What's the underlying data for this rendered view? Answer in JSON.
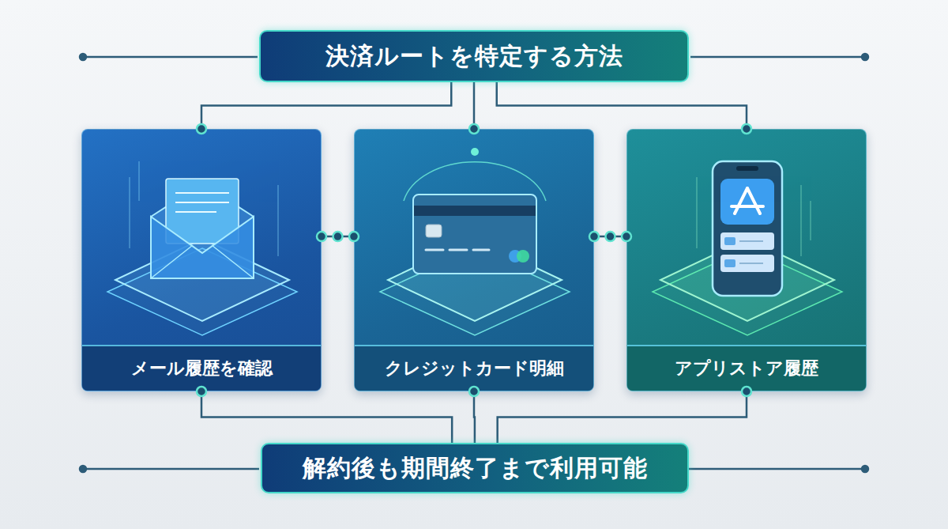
{
  "diagram": {
    "nodes": [
      {
        "text": [
          "決済ルートを特定する方法"
        ]
      },
      {
        "text": [
          "メール履歴を確認"
        ]
      },
      {
        "text": [
          "クレジットカード明細"
        ]
      },
      {
        "text": [
          "アプリストア履歴"
        ]
      },
      {
        "text": [
          "解約後も期間終了まで利用可能"
        ]
      }
    ],
    "edges": [
      {
        "from": 0,
        "to": 1,
        "arrow": "none"
      },
      {
        "from": 0,
        "to": 2,
        "arrow": "none"
      },
      {
        "from": 0,
        "to": 3,
        "arrow": "none"
      },
      {
        "from": 1,
        "to": 2,
        "arrow": "none"
      },
      {
        "from": 2,
        "to": 3,
        "arrow": "none"
      },
      {
        "from": 1,
        "to": 4,
        "arrow": "none"
      },
      {
        "from": 2,
        "to": 4,
        "arrow": "none"
      },
      {
        "from": 3,
        "to": 4,
        "arrow": "none"
      }
    ]
  }
}
